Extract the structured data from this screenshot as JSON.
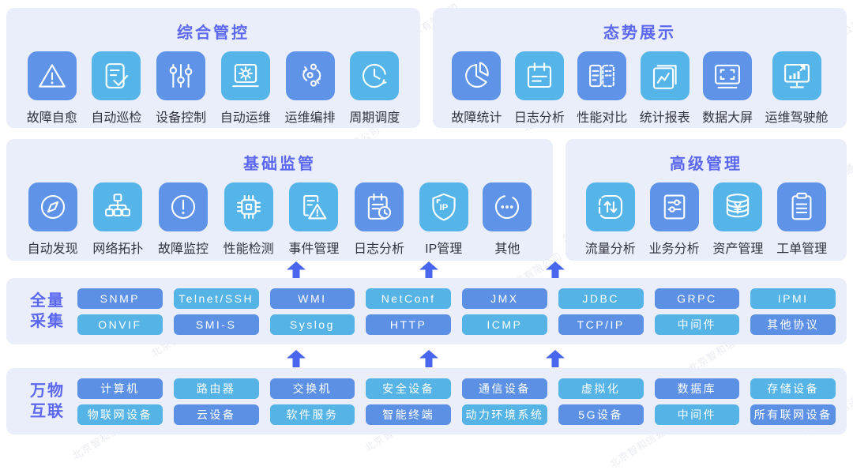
{
  "watermark": {
    "text": "北京智和信通技术有限公司"
  },
  "colors": {
    "title_blue": "#5B68EE",
    "tile_blue": "#5E93E8",
    "tile_cyan": "#56B5E8",
    "pill_blue": "#5C90E4",
    "pill_cyan": "#55B3E6",
    "panel_bg": "#EAEDFA",
    "arrow_blue": "#4A66EC",
    "label_text": "#32343D"
  },
  "panels": [
    {
      "title": "综合管控",
      "items": [
        {
          "label": "故障自愈",
          "icon": "warning-triangle",
          "tone": "blue"
        },
        {
          "label": "自动巡检",
          "icon": "checklist",
          "tone": "cyan"
        },
        {
          "label": "设备控制",
          "icon": "sliders",
          "tone": "blue"
        },
        {
          "label": "自动运维",
          "icon": "laptop-gear",
          "tone": "cyan"
        },
        {
          "label": "运维编排",
          "icon": "workflow",
          "tone": "blue"
        },
        {
          "label": "周期调度",
          "icon": "clock-cycle",
          "tone": "cyan"
        }
      ]
    },
    {
      "title": "态势展示",
      "items": [
        {
          "label": "故障统计",
          "icon": "pie-chart",
          "tone": "blue"
        },
        {
          "label": "日志分析",
          "icon": "calendar-log",
          "tone": "cyan"
        },
        {
          "label": "性能对比",
          "icon": "compare-docs",
          "tone": "blue"
        },
        {
          "label": "统计报表",
          "icon": "report-chart",
          "tone": "cyan"
        },
        {
          "label": "数据大屏",
          "icon": "big-screen",
          "tone": "blue"
        },
        {
          "label": "运维驾驶舱",
          "icon": "dashboard-monitor",
          "tone": "cyan"
        }
      ]
    },
    {
      "title": "基础监管",
      "items": [
        {
          "label": "自动发现",
          "icon": "compass",
          "tone": "blue"
        },
        {
          "label": "网络拓扑",
          "icon": "topology",
          "tone": "cyan"
        },
        {
          "label": "故障监控",
          "icon": "alert-circle",
          "tone": "blue"
        },
        {
          "label": "性能检测",
          "icon": "cpu-chip",
          "tone": "cyan"
        },
        {
          "label": "事件管理",
          "icon": "doc-warning",
          "tone": "cyan"
        },
        {
          "label": "日志分析",
          "icon": "clipboard-clock",
          "tone": "blue"
        },
        {
          "label": "IP管理",
          "icon": "ip-shield",
          "tone": "cyan"
        },
        {
          "label": "其他",
          "icon": "ellipsis-circle",
          "tone": "blue"
        }
      ]
    },
    {
      "title": "高级管理",
      "items": [
        {
          "label": "流量分析",
          "icon": "traffic-arrows",
          "tone": "cyan"
        },
        {
          "label": "业务分析",
          "icon": "doc-sliders",
          "tone": "blue"
        },
        {
          "label": "资产管理",
          "icon": "database-yuan",
          "tone": "cyan"
        },
        {
          "label": "工单管理",
          "icon": "work-order",
          "tone": "blue"
        }
      ]
    }
  ],
  "bands": [
    {
      "label_lines": [
        "全量",
        "采集"
      ],
      "rows": [
        [
          {
            "text": "SNMP",
            "tone": "blue"
          },
          {
            "text": "Telnet/SSH",
            "tone": "cyan"
          },
          {
            "text": "WMI",
            "tone": "blue"
          },
          {
            "text": "NetConf",
            "tone": "cyan"
          },
          {
            "text": "JMX",
            "tone": "blue"
          },
          {
            "text": "JDBC",
            "tone": "cyan"
          },
          {
            "text": "GRPC",
            "tone": "blue"
          },
          {
            "text": "IPMI",
            "tone": "cyan"
          }
        ],
        [
          {
            "text": "ONVIF",
            "tone": "cyan"
          },
          {
            "text": "SMI-S",
            "tone": "blue"
          },
          {
            "text": "Syslog",
            "tone": "cyan"
          },
          {
            "text": "HTTP",
            "tone": "blue"
          },
          {
            "text": "ICMP",
            "tone": "cyan"
          },
          {
            "text": "TCP/IP",
            "tone": "blue"
          },
          {
            "text": "中间件",
            "tone": "cyan"
          },
          {
            "text": "其他协议",
            "tone": "blue"
          }
        ]
      ]
    },
    {
      "label_lines": [
        "万物",
        "互联"
      ],
      "rows": [
        [
          {
            "text": "计算机",
            "tone": "blue"
          },
          {
            "text": "路由器",
            "tone": "cyan"
          },
          {
            "text": "交换机",
            "tone": "blue"
          },
          {
            "text": "安全设备",
            "tone": "cyan"
          },
          {
            "text": "通信设备",
            "tone": "blue"
          },
          {
            "text": "虚拟化",
            "tone": "cyan"
          },
          {
            "text": "数据库",
            "tone": "blue"
          },
          {
            "text": "存储设备",
            "tone": "cyan"
          }
        ],
        [
          {
            "text": "物联网设备",
            "tone": "cyan"
          },
          {
            "text": "云设备",
            "tone": "blue"
          },
          {
            "text": "软件服务",
            "tone": "cyan"
          },
          {
            "text": "智能终端",
            "tone": "blue"
          },
          {
            "text": "动力环境系统",
            "tone": "cyan"
          },
          {
            "text": "5G设备",
            "tone": "blue"
          },
          {
            "text": "中间件",
            "tone": "cyan"
          },
          {
            "text": "所有联网设备",
            "tone": "blue"
          }
        ]
      ]
    }
  ]
}
